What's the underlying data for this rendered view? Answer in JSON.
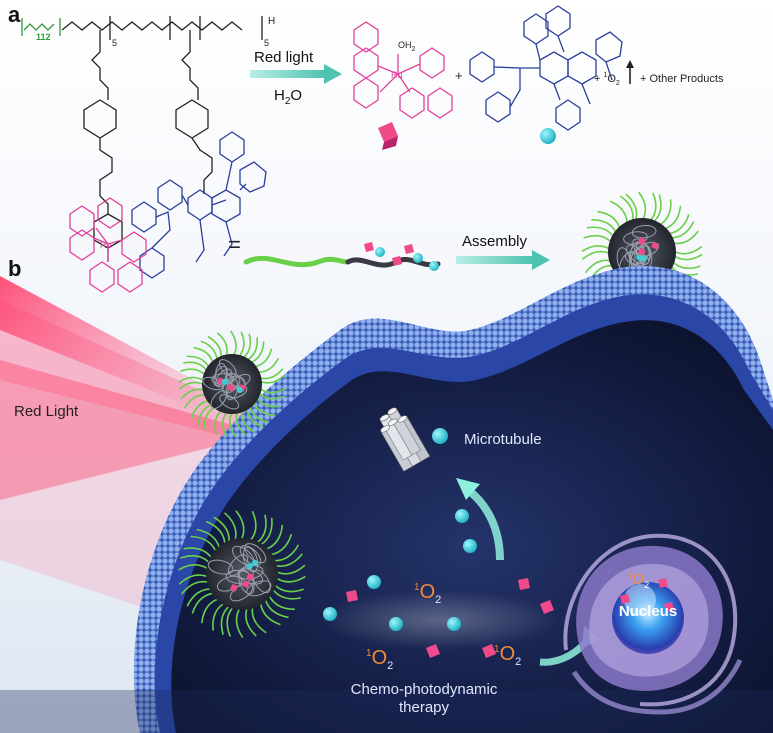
{
  "panels": {
    "a": {
      "letter": "a"
    },
    "b": {
      "letter": "b"
    }
  },
  "reaction": {
    "arrow_top_label": "Red light",
    "arrow_bottom_label": "H",
    "water_subscript": "2",
    "water_tail": "O",
    "ru_ligand_label": "OH",
    "ru_ligand_sub": "2",
    "plus": "+",
    "singlet_prefix": "1",
    "singlet_label": "O",
    "singlet_sub": "2",
    "other_products": "+ Other Products",
    "repeat_peg": "112",
    "repeat_5a": "5",
    "repeat_5b": "5",
    "chain_h": "H",
    "equals": "="
  },
  "assembly": {
    "arrow_label": "Assembly"
  },
  "cell": {
    "red_light_label": "Red Light",
    "microtubule_label": "Microtubule",
    "nucleus_label": "Nucleus",
    "singlet_oxygen_sup": "1",
    "singlet_oxygen": "O",
    "singlet_oxygen_sub": "2",
    "therapy_line1": "Chemo-photodynamic",
    "therapy_line2": "therapy"
  },
  "colors": {
    "ru_complex": "#e0409a",
    "drug": "#2a3f9a",
    "peg": "#2e9a3a",
    "arrow": "#7fd6c6",
    "sphere": "#3ad0d8",
    "cube": "#f04a8a",
    "cell_dark": "#0f1733",
    "membrane": "#6d8fd8",
    "oxygen": "#f08a3a"
  }
}
